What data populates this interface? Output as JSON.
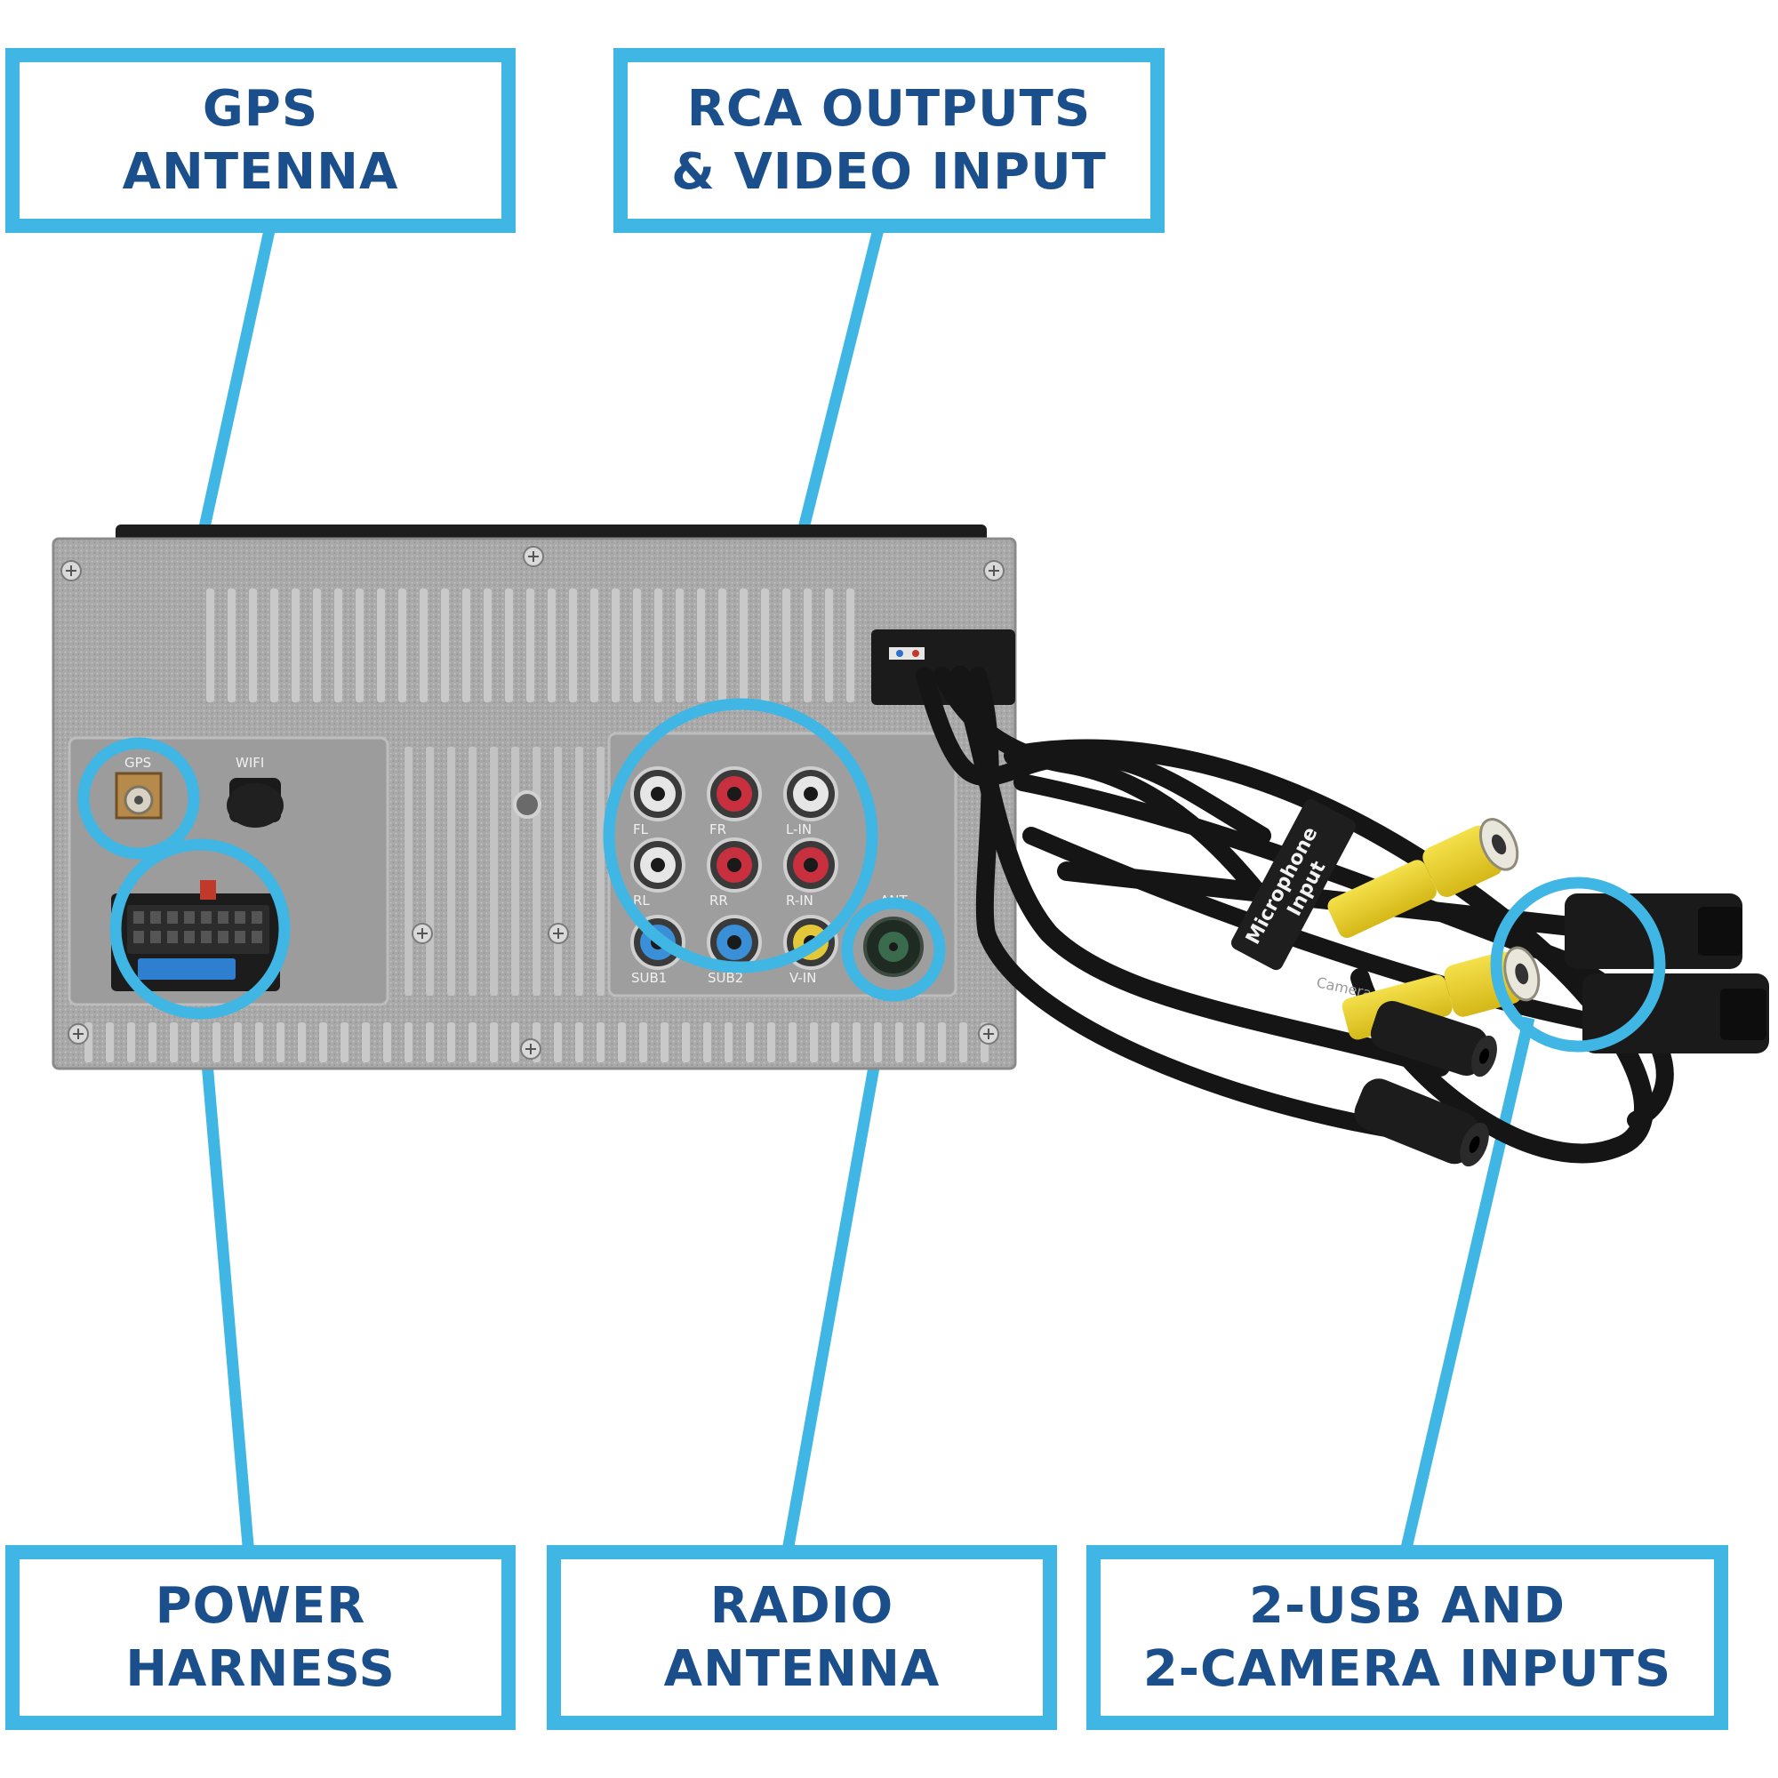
{
  "accent_color": "#3fb6e3",
  "text_color": "#1b4f8c",
  "callouts": {
    "gps": {
      "line1": "GPS",
      "line2": "ANTENNA"
    },
    "rca": {
      "line1": "RCA OUTPUTS",
      "line2": "& VIDEO INPUT"
    },
    "power": {
      "line1": "POWER",
      "line2": "HARNESS"
    },
    "radio": {
      "line1": "RADIO",
      "line2": "ANTENNA"
    },
    "usb": {
      "line1": "2-USB AND",
      "line2": "2-CAMERA INPUTS"
    }
  },
  "unit_labels": {
    "gps": "GPS",
    "wifi": "WIFI",
    "fl": "FL",
    "fr": "FR",
    "l_in": "L-IN",
    "rl": "RL",
    "rr": "RR",
    "r_in": "R-IN",
    "sub1": "SUB1",
    "sub2": "SUB2",
    "v_in": "V-IN",
    "ant": "ANT"
  },
  "cable_tags": {
    "microphone_line1": "Microphone",
    "microphone_line2": "Input",
    "camera": "Camera"
  }
}
